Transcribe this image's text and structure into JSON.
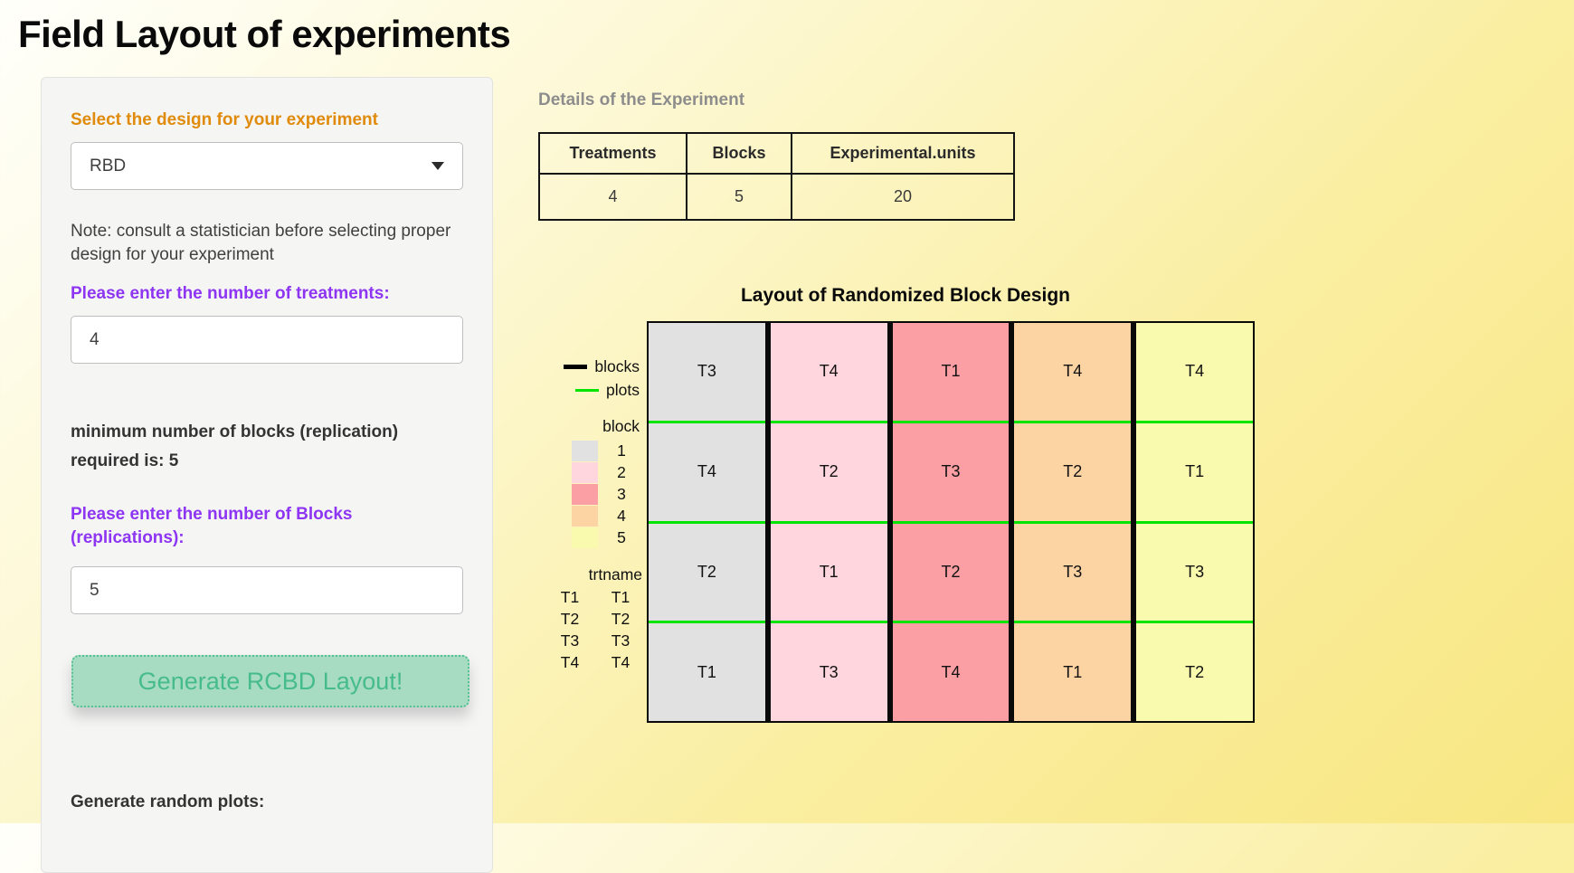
{
  "page": {
    "title": "Field Layout of experiments"
  },
  "sidebar": {
    "design_label": "Select the design for your experiment",
    "design_value": "RBD",
    "note": "Note: consult a statistician before selecting proper design for your experiment",
    "treatments_label": "Please enter the number of treatments:",
    "treatments_value": "4",
    "min_blocks_text": "minimum number of blocks (replication) required is: 5",
    "blocks_label": "Please enter the number of Blocks (replications):",
    "blocks_value": "5",
    "generate_button_label": "Generate RCBD Layout!",
    "random_plots_label": "Generate random plots:"
  },
  "details": {
    "heading": "Details of the Experiment",
    "table": {
      "headers": [
        "Treatments",
        "Blocks",
        "Experimental.units"
      ],
      "values": [
        "4",
        "5",
        "20"
      ]
    }
  },
  "chart_data": {
    "type": "table",
    "title": "Layout of Randomized Block Design",
    "columns": 5,
    "rows": 4,
    "block_ids": [
      "1",
      "2",
      "3",
      "4",
      "5"
    ],
    "block_colors": [
      "#e1e1e1",
      "#ffd6dd",
      "#fb9fa4",
      "#fcd3a2",
      "#fafaae"
    ],
    "grid_rows": [
      [
        "T3",
        "T4",
        "T1",
        "T4",
        "T4"
      ],
      [
        "T4",
        "T2",
        "T3",
        "T2",
        "T1"
      ],
      [
        "T2",
        "T1",
        "T2",
        "T3",
        "T3"
      ],
      [
        "T1",
        "T3",
        "T4",
        "T1",
        "T2"
      ]
    ],
    "legend": {
      "line_items": [
        {
          "label": "blocks",
          "color": "#000000"
        },
        {
          "label": "plots",
          "color": "#00e400"
        }
      ],
      "block_header": "block",
      "trt_header": "trtname",
      "trt_rows": [
        [
          "T1",
          "T1"
        ],
        [
          "T2",
          "T2"
        ],
        [
          "T3",
          "T3"
        ],
        [
          "T4",
          "T4"
        ]
      ]
    }
  },
  "colors": {
    "accent_orange": "#e08b0b",
    "accent_purple": "#8d35f2",
    "button_bg": "#a7dcc3",
    "button_text": "#46bb8d",
    "plot_line_green": "#00e400",
    "heading_gray": "#8d8d8d"
  }
}
